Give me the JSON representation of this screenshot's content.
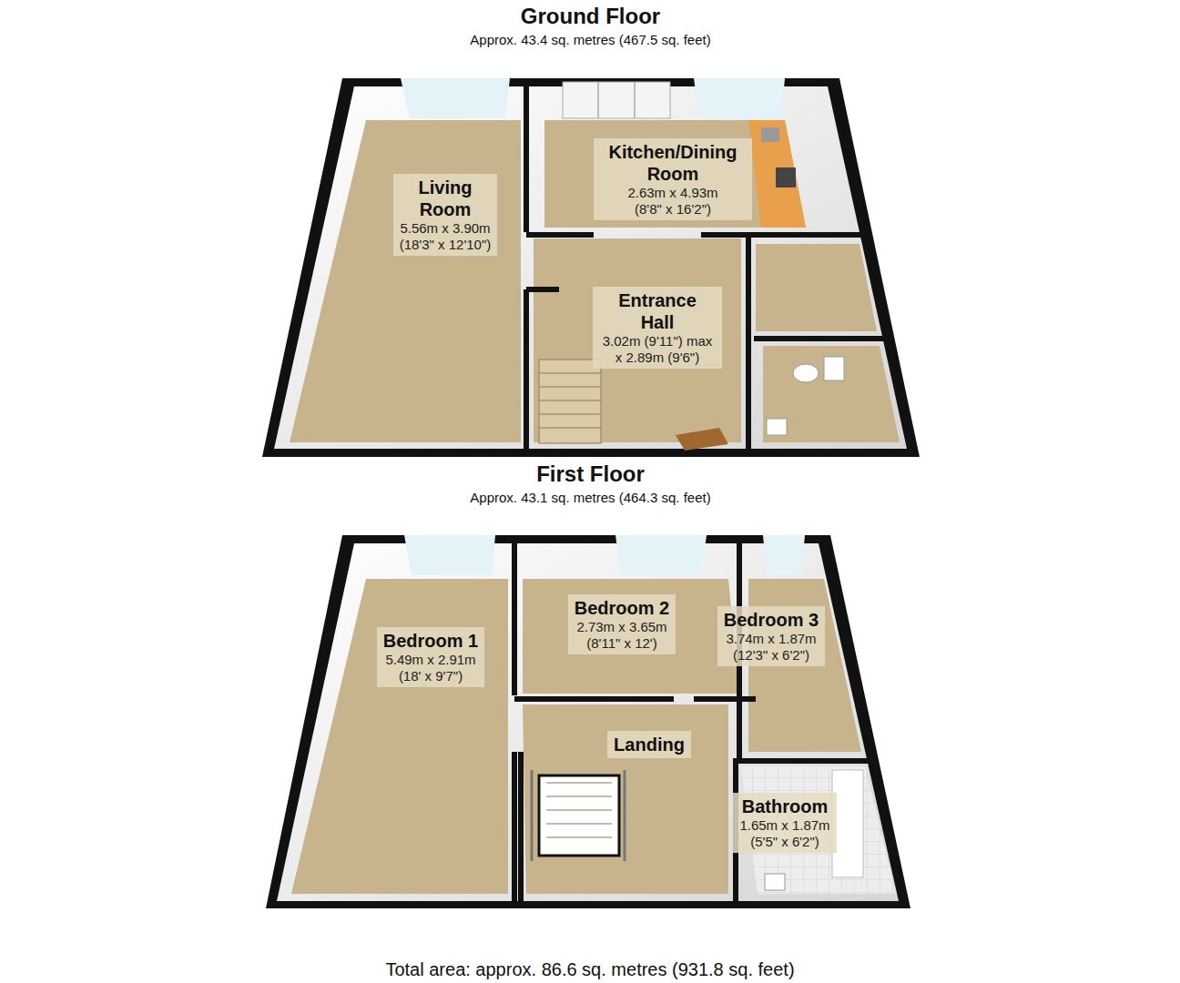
{
  "diagram": {
    "caption": "Total area: approx. 86.6 sq. metres (931.8 sq. feet)",
    "nodes": [
      {
        "text": [
          "Ground Floor",
          "Approx. 43.4 sq. metres (467.5 sq. feet)"
        ]
      },
      {
        "text": [
          "Living Room",
          "5.56m x 3.90m",
          "(18'3\" x 12'10\")"
        ],
        "in": 0
      },
      {
        "text": [
          "Kitchen/Dining Room",
          "2.63m x 4.93m",
          "(8'8\" x 16'2\")"
        ],
        "in": 0
      },
      {
        "text": [
          "Entrance Hall",
          "3.02m (9'11\") max x 2.89m (9'6\")"
        ],
        "in": 0
      },
      {
        "text": [
          "First Floor",
          "Approx. 43.1 sq. metres (464.3 sq. feet)"
        ]
      },
      {
        "text": [
          "Bedroom 1",
          "5.49m x 2.91m",
          "(18' x 9'7\")"
        ],
        "in": 4
      },
      {
        "text": [
          "Bedroom 2",
          "2.73m x 3.65m",
          "(8'11\" x 12')"
        ],
        "in": 4
      },
      {
        "text": [
          "Bedroom 3",
          "3.74m x 1.87m",
          "(12'3\" x 6'2\")"
        ],
        "in": 4
      },
      {
        "text": [
          "Landing"
        ],
        "in": 4
      },
      {
        "text": [
          "Bathroom",
          "1.65m x 1.87m",
          "(5'5\" x 6'2\")"
        ],
        "in": 4
      }
    ]
  }
}
